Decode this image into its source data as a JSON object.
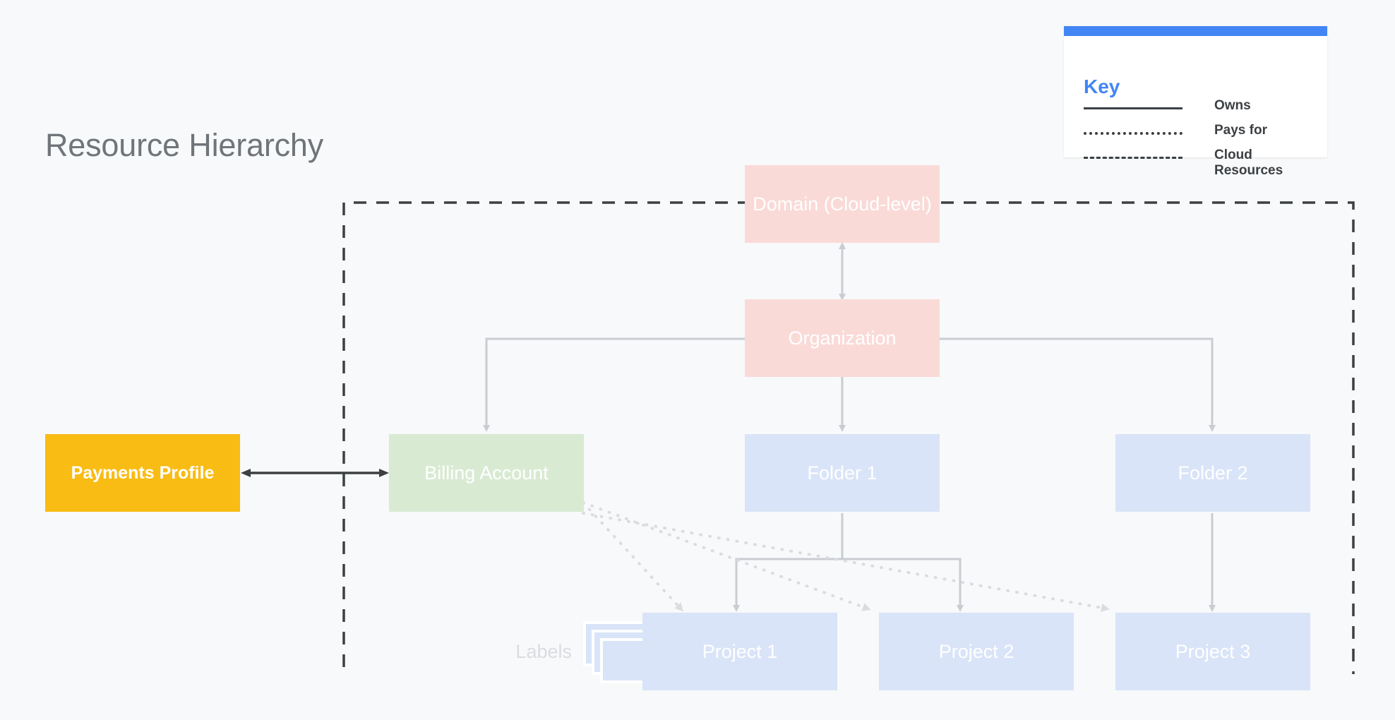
{
  "page": {
    "title": "Resource Hierarchy",
    "background_color": "#f8f9fa"
  },
  "key": {
    "title": "Key",
    "accent_color": "#4285f4",
    "items": [
      {
        "style": "solid",
        "label": "Owns"
      },
      {
        "style": "dotted",
        "label": "Pays for"
      },
      {
        "style": "dashed",
        "label": "Cloud\nResources"
      }
    ]
  },
  "nodes": {
    "domain": {
      "label": "Domain (Cloud-level)",
      "color": "#fadad7",
      "text_color": "#ffffff"
    },
    "organization": {
      "label": "Organization",
      "color": "#fadad7",
      "text_color": "#ffffff"
    },
    "billing": {
      "label": "Billing Account",
      "color": "#d9ead3",
      "text_color": "#ffffff"
    },
    "payments": {
      "label": "Payments Profile",
      "color": "#f9bc15",
      "text_color": "#ffffff"
    },
    "folder1": {
      "label": "Folder 1",
      "color": "#d9e4f8",
      "text_color": "#ffffff"
    },
    "folder2": {
      "label": "Folder 2",
      "color": "#d9e4f8",
      "text_color": "#ffffff"
    },
    "project1": {
      "label": "Project 1",
      "color": "#d9e4f8",
      "text_color": "#ffffff"
    },
    "project2": {
      "label": "Project 2",
      "color": "#d9e4f8",
      "text_color": "#ffffff"
    },
    "project3": {
      "label": "Project 3",
      "color": "#d9e4f8",
      "text_color": "#ffffff"
    },
    "labels": {
      "label": "Labels",
      "color": "#d9e4f8",
      "text_color": "#dadce0"
    }
  },
  "boundary": {
    "name": "Cloud Resources",
    "style": "dashed",
    "color": "#3c4043"
  },
  "connections": [
    {
      "from": "domain",
      "to": "organization",
      "type": "owns",
      "arrows": "both"
    },
    {
      "from": "organization",
      "to": "billing",
      "type": "owns",
      "arrows": "end"
    },
    {
      "from": "organization",
      "to": "folder1",
      "type": "owns",
      "arrows": "end"
    },
    {
      "from": "organization",
      "to": "folder2",
      "type": "owns",
      "arrows": "end"
    },
    {
      "from": "folder1",
      "to": "project1",
      "type": "owns",
      "arrows": "end"
    },
    {
      "from": "folder1",
      "to": "project2",
      "type": "owns",
      "arrows": "end"
    },
    {
      "from": "folder2",
      "to": "project3",
      "type": "owns",
      "arrows": "end"
    },
    {
      "from": "billing",
      "to": "project1",
      "type": "pays for",
      "arrows": "end"
    },
    {
      "from": "billing",
      "to": "project2",
      "type": "pays for",
      "arrows": "end"
    },
    {
      "from": "billing",
      "to": "project3",
      "type": "pays for",
      "arrows": "end"
    },
    {
      "from": "payments",
      "to": "billing",
      "type": "owns",
      "arrows": "both"
    }
  ]
}
